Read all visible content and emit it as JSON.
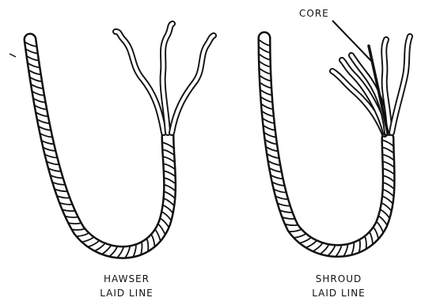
{
  "figure": {
    "left_rope": {
      "line1": "HAWSER",
      "line2": "LAID LINE"
    },
    "right_rope": {
      "line1": "SHROUD",
      "line2": "LAID LINE"
    },
    "core_label": "CORE"
  }
}
